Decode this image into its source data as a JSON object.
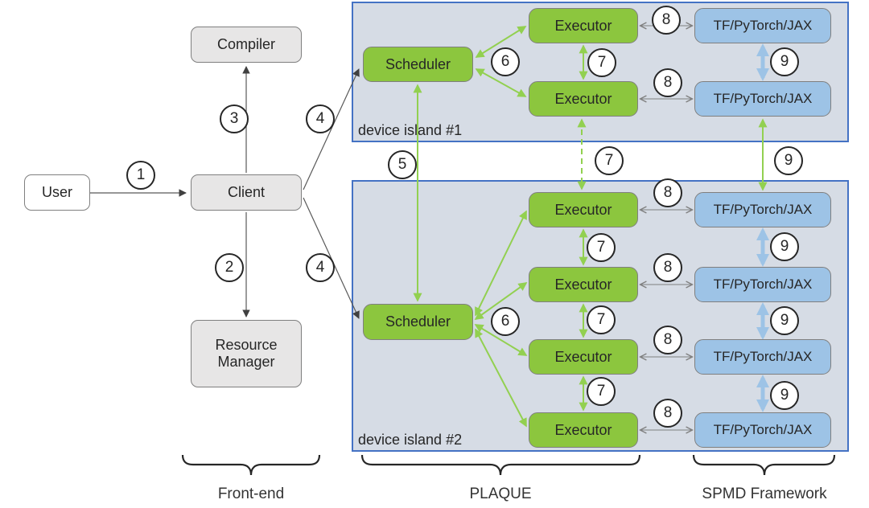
{
  "nodes": {
    "user": "User",
    "client": "Client",
    "compiler": "Compiler",
    "resource_manager": "Resource Manager",
    "scheduler": "Scheduler",
    "executor": "Executor",
    "framework": "TF/PyTorch/JAX"
  },
  "islands": {
    "island1": "device island #1",
    "island2": "device island #2"
  },
  "steps": {
    "s1": "1",
    "s2": "2",
    "s3": "3",
    "s4": "4",
    "s5": "5",
    "s6": "6",
    "s7": "7",
    "s8": "8",
    "s9": "9"
  },
  "braces": {
    "frontend": "Front-end",
    "plaque": "PLAQUE",
    "spmd": "SPMD Framework"
  },
  "colors": {
    "green_box": "#8CC63E",
    "green_arrow": "#92D050",
    "blue_box": "#9DC3E6",
    "blue_arrow": "#9DC3E6",
    "island_bg": "#D6DCE5",
    "island_border": "#4472C4",
    "gray_box": "#E7E6E6",
    "white_box": "#FFFFFF",
    "box_border": "#7F7F7F",
    "dark_line": "#595959",
    "gray_line": "#7F7F7F",
    "badge_border": "#262626",
    "text": "#262626"
  }
}
